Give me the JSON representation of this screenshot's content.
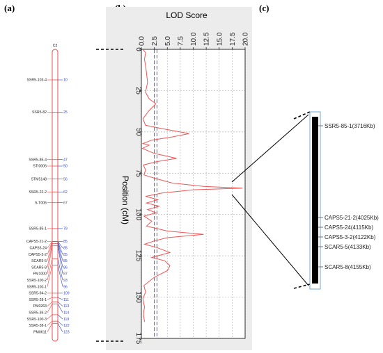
{
  "labels": {
    "a": "(a)",
    "b": "(b)",
    "c": "(c)"
  },
  "chromosome": {
    "name": "C3",
    "markers": [
      {
        "name": "SSR5-103-4",
        "pos": "10"
      },
      {
        "name": "SSR5-82",
        "pos": "25"
      },
      {
        "name": "SSR5-85-4",
        "pos": "47"
      },
      {
        "name": "STI0006",
        "pos": "50"
      },
      {
        "name": "STM5148",
        "pos": "56"
      },
      {
        "name": "SSR5-22-2",
        "pos": "62"
      },
      {
        "name": "S-T006",
        "pos": "67"
      },
      {
        "name": "SSR5-85-1",
        "pos": "79"
      },
      {
        "name": "CAPS5-21-2",
        "pos": "85"
      },
      {
        "name": "CAPS5-24",
        "pos": "85"
      },
      {
        "name": "CAPS5-3-2",
        "pos": "85"
      },
      {
        "name": "SCAR5-5",
        "pos": "85"
      },
      {
        "name": "SCAR5-8",
        "pos": "86"
      },
      {
        "name": "PM1000",
        "pos": "87"
      },
      {
        "name": "SSR5-100-2",
        "pos": "93"
      },
      {
        "name": "SSR5-100-1",
        "pos": "96"
      },
      {
        "name": "SSR5-94-2",
        "pos": "109"
      },
      {
        "name": "SSR5-28-1",
        "pos": "111"
      },
      {
        "name": "PM0263",
        "pos": "113"
      },
      {
        "name": "SSR5-36-2",
        "pos": "114"
      },
      {
        "name": "SSR5-100-3",
        "pos": "119"
      },
      {
        "name": "SSR5-38-1",
        "pos": "122"
      },
      {
        "name": "PM0611",
        "pos": "123"
      }
    ]
  },
  "chart_data": {
    "type": "line",
    "title": "LOD Score",
    "xlabel": "LOD Score",
    "ylabel": "Position (cM)",
    "xlim": [
      0,
      20
    ],
    "ylim": [
      0,
      175
    ],
    "x_ticks": [
      "0.0",
      "2.5",
      "5.0",
      "7.5",
      "10.0",
      "12.5",
      "15.0",
      "17.5",
      "20.0"
    ],
    "y_ticks": [
      "0",
      "25",
      "50",
      "75",
      "100",
      "125",
      "150",
      "175"
    ],
    "thresholds": [
      2.5,
      3.0
    ],
    "grid": true,
    "series": [
      {
        "color": "#ee5555",
        "points": [
          [
            0.3,
            0
          ],
          [
            0.8,
            2
          ],
          [
            0.6,
            6
          ],
          [
            0.9,
            12
          ],
          [
            1.2,
            20
          ],
          [
            0.8,
            26
          ],
          [
            1.5,
            30
          ],
          [
            2.8,
            33
          ],
          [
            1.5,
            37
          ],
          [
            0.3,
            42
          ],
          [
            0.8,
            46
          ],
          [
            4.0,
            48
          ],
          [
            9.2,
            51
          ],
          [
            6.0,
            53
          ],
          [
            2.0,
            55
          ],
          [
            0.3,
            57
          ],
          [
            1.5,
            58
          ],
          [
            0.2,
            60
          ],
          [
            2.5,
            63
          ],
          [
            6.8,
            66
          ],
          [
            3.0,
            68
          ],
          [
            0.4,
            70
          ],
          [
            0.8,
            73
          ],
          [
            0.5,
            76
          ],
          [
            2.5,
            78
          ],
          [
            6.0,
            81
          ],
          [
            12.0,
            83
          ],
          [
            19.5,
            84
          ],
          [
            10.0,
            85
          ],
          [
            4.0,
            87
          ],
          [
            0.8,
            89
          ],
          [
            3.2,
            91
          ],
          [
            1.0,
            93
          ],
          [
            3.4,
            95
          ],
          [
            1.2,
            97
          ],
          [
            2.8,
            99
          ],
          [
            0.5,
            101
          ],
          [
            2.0,
            104
          ],
          [
            1.0,
            107
          ],
          [
            5.0,
            110
          ],
          [
            12.0,
            112
          ],
          [
            5.0,
            114
          ],
          [
            2.5,
            116
          ],
          [
            0.6,
            118
          ],
          [
            3.0,
            120
          ],
          [
            5.5,
            123
          ],
          [
            2.0,
            126
          ],
          [
            4.5,
            128
          ],
          [
            5.5,
            131
          ],
          [
            5.0,
            134
          ],
          [
            2.5,
            138
          ],
          [
            0.5,
            143
          ],
          [
            0.8,
            147
          ],
          [
            0.3,
            151
          ],
          [
            0.6,
            156
          ],
          [
            0.4,
            160
          ],
          [
            0.6,
            165
          ]
        ]
      }
    ]
  },
  "detail": {
    "markers": [
      {
        "label": "SSR5-85-1(3716Kb)"
      },
      {
        "label": "CAPS5-21-2(4025Kb)"
      },
      {
        "label": "CAPS5-24(4115Kb)"
      },
      {
        "label": "CAPS5-3-2(4122Kb)"
      },
      {
        "label": "SCAR5-5(4133Kb)"
      },
      {
        "label": "SCAR5-8(4155Kb)"
      }
    ]
  },
  "colors": {
    "chromosome": "#e84b4b",
    "positions": "#3344cc",
    "lod_line": "#ee5555",
    "threshold": "#4444cc",
    "chart_bg": "#ececec",
    "box": "#6fa8d6"
  }
}
